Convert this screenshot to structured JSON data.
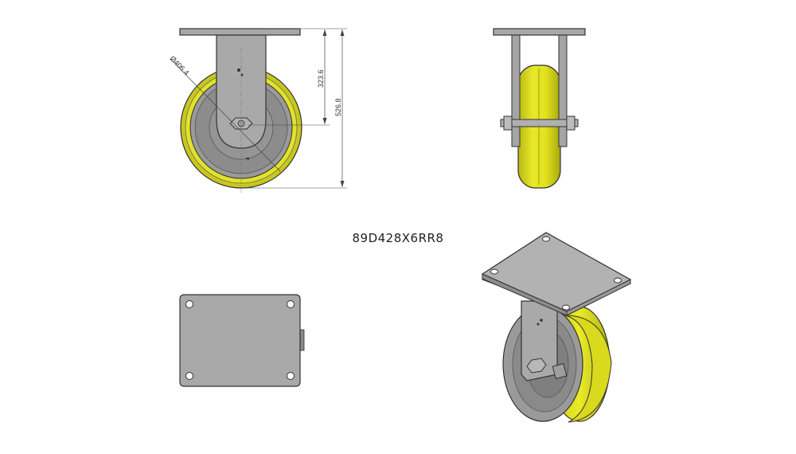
{
  "drawing": {
    "part_number": "89D428X6RR8",
    "dimensions": {
      "wheel_diameter": "Ø406.4",
      "axle_height": "323.6",
      "overall_height": "526.8"
    },
    "colors": {
      "background": "#ffffff",
      "line": "#333333",
      "plate": "#a8a8a8",
      "hub": "#8d8d8d",
      "tread": "#dede1a",
      "tread_dark": "#b7b712",
      "dimension": "#444444"
    }
  }
}
